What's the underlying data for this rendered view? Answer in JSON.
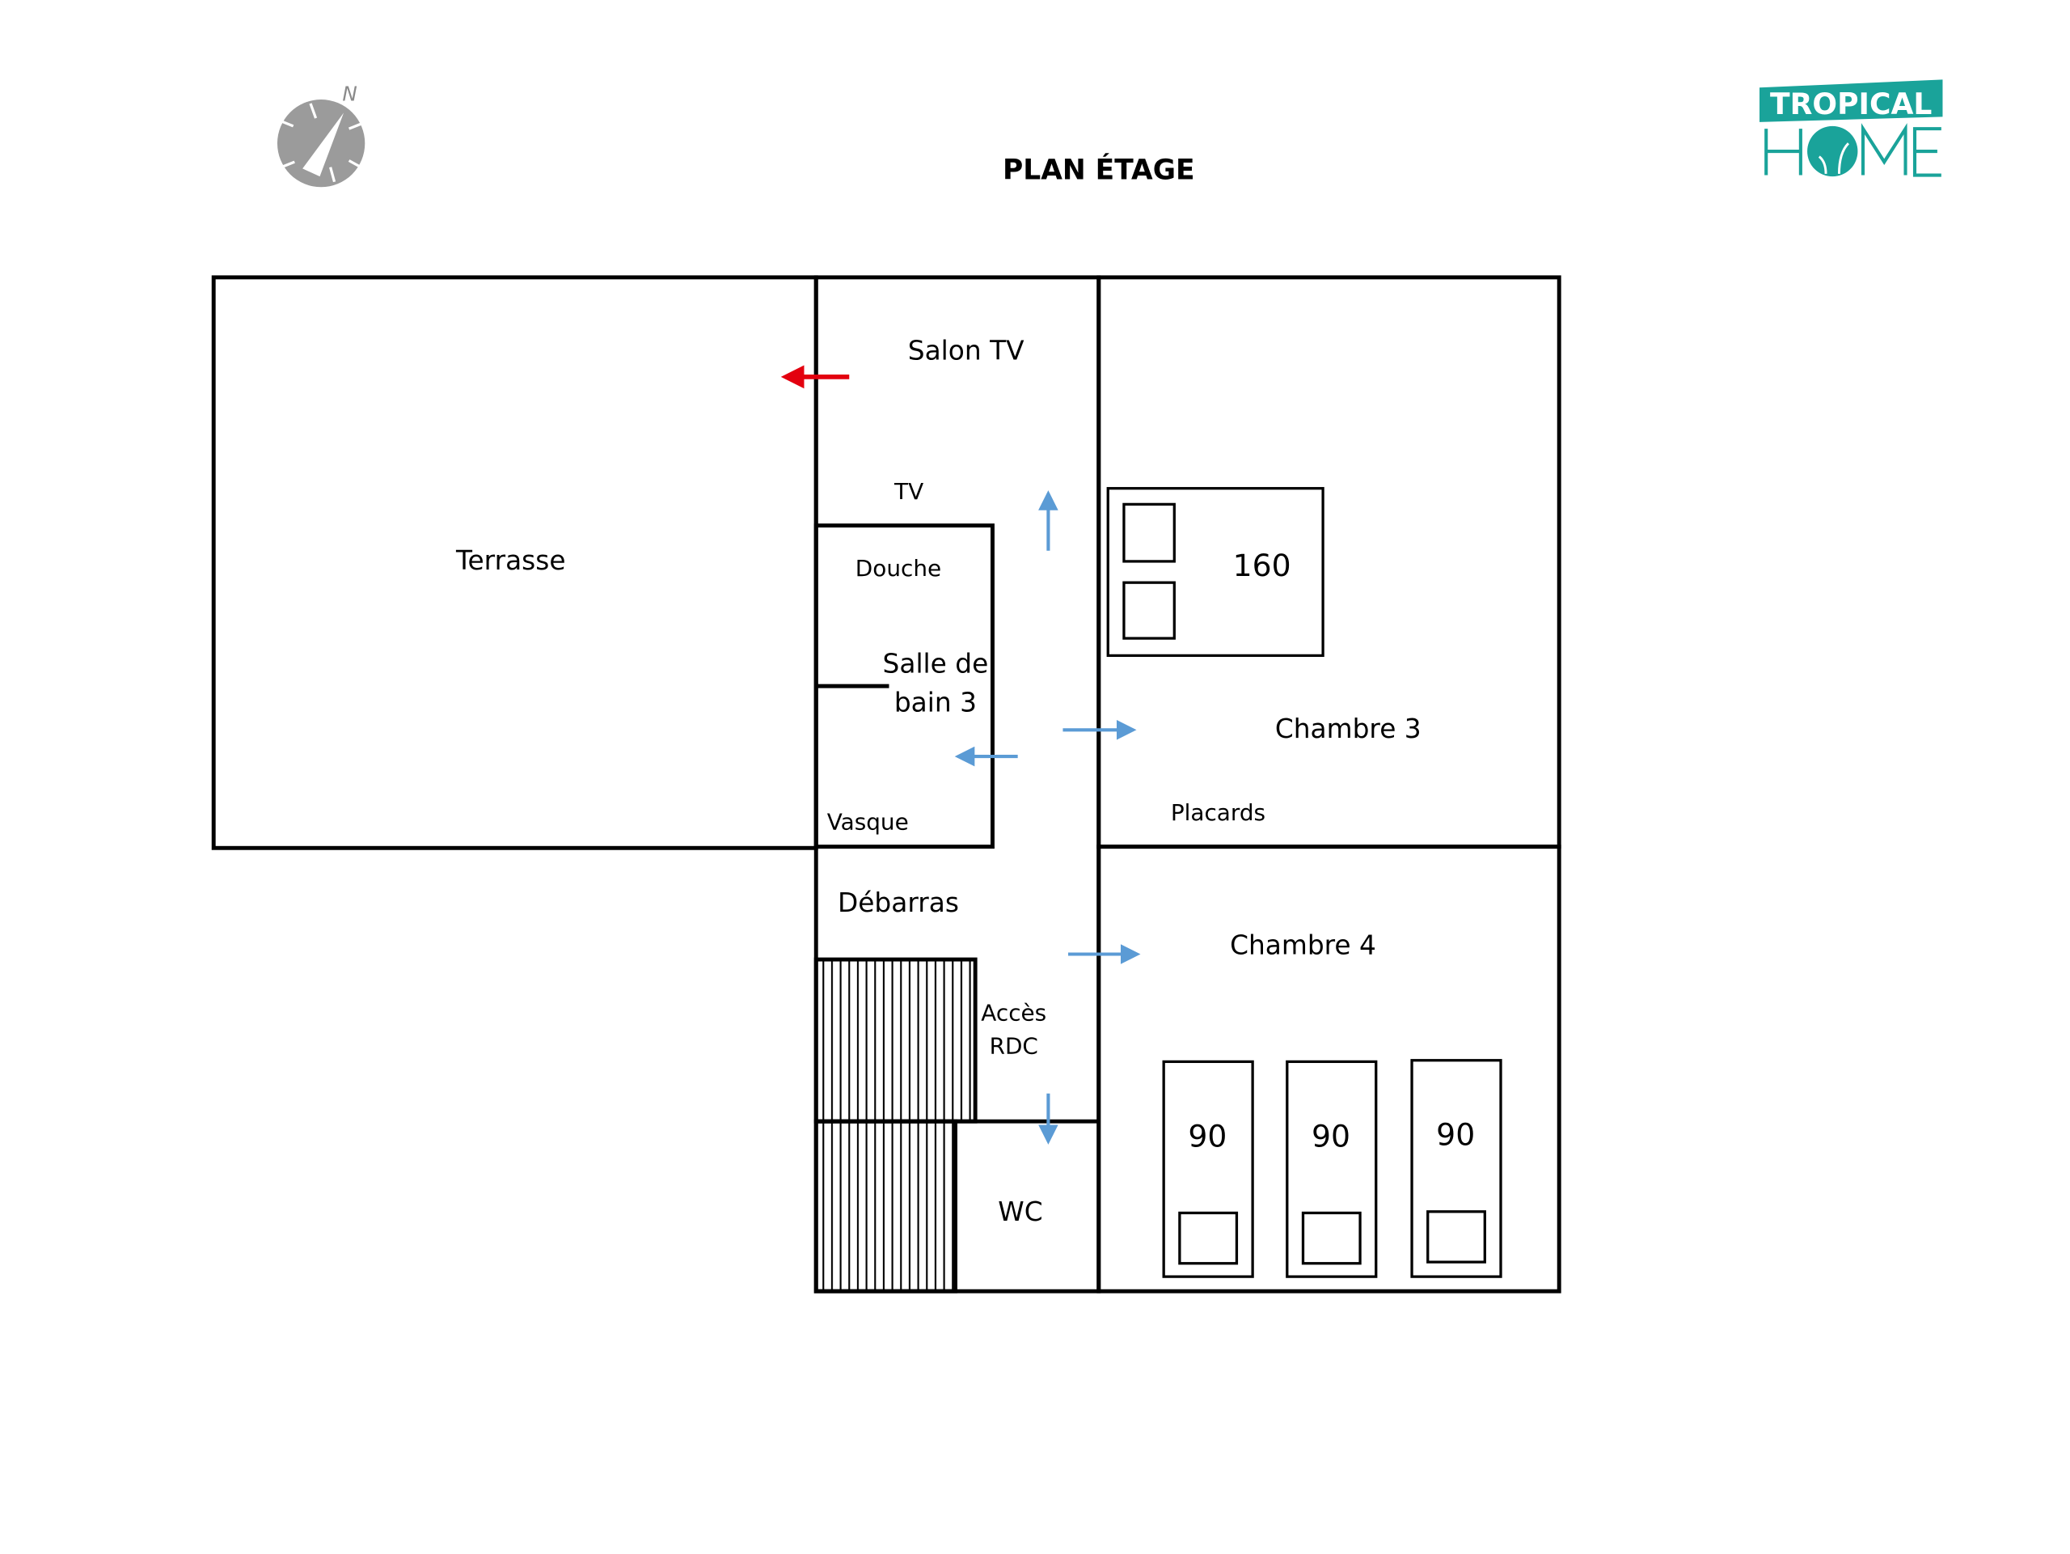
{
  "title": "PLAN ÉTAGE",
  "logo": {
    "line1": "TROPICAL",
    "line2": "HOME",
    "color": "#1aa39a"
  },
  "compass": {
    "north_label": "N"
  },
  "rooms": {
    "terrasse": "Terrasse",
    "salon_tv": "Salon TV",
    "tv": "TV",
    "douche": "Douche",
    "salle_de_bain_line1": "Salle de",
    "salle_de_bain_line2": "bain 3",
    "vasque": "Vasque",
    "debarras": "Débarras",
    "acces_line1": "Accès",
    "acces_line2": "RDC",
    "wc": "WC",
    "chambre3": "Chambre 3",
    "placards": "Placards",
    "chambre4": "Chambre 4"
  },
  "beds": {
    "double": "160",
    "singles": [
      "90",
      "90",
      "90"
    ]
  },
  "colors": {
    "arrow_exit": "#e3000f",
    "arrow_flow": "#5b9bd5"
  }
}
